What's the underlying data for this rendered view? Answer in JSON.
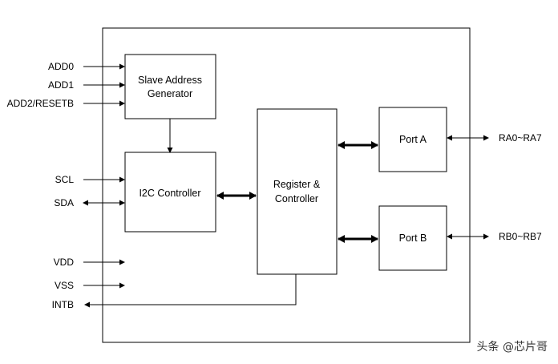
{
  "blocks": {
    "slave_address_line1": "Slave Address",
    "slave_address_line2": "Generator",
    "i2c_controller": "I2C Controller",
    "register_line1": "Register &",
    "register_line2": "Controller",
    "port_a": "Port A",
    "port_b": "Port B"
  },
  "pins": {
    "add0": "ADD0",
    "add1": "ADD1",
    "add2": "ADD2/RESETB",
    "scl": "SCL",
    "sda": "SDA",
    "vdd": "VDD",
    "vss": "VSS",
    "intb": "INTB",
    "ra": "RA0~RA7",
    "rb": "RB0~RB7"
  },
  "watermark": "头条 @芯片哥"
}
